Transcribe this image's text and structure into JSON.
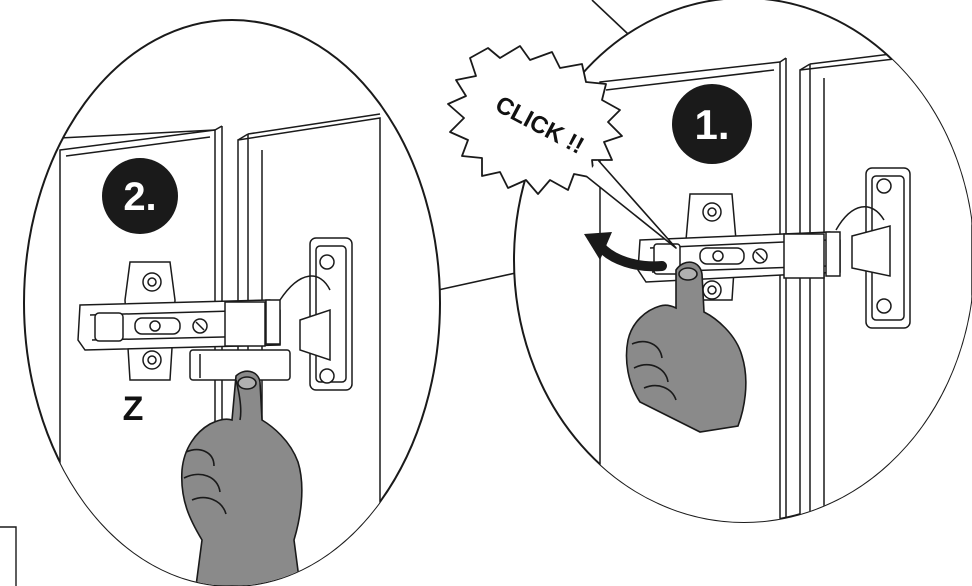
{
  "steps": {
    "step1": {
      "number": "1."
    },
    "step2": {
      "number": "2."
    }
  },
  "callout": {
    "text": "CLICK !!"
  },
  "mark": {
    "text": "Z"
  },
  "colors": {
    "line": "#1a1a1a",
    "badge": "#1a1a1a",
    "hand": "#8a8a8a",
    "hand_shadow": "#6e6e6e",
    "hinge_fill": "#ffffff",
    "arrow": "#1a1a1a"
  },
  "icons": {
    "arrow": "curved-arrow-icon",
    "hand_left": "thumb-push-hand-icon",
    "hand_right": "thumb-push-hand-icon"
  }
}
